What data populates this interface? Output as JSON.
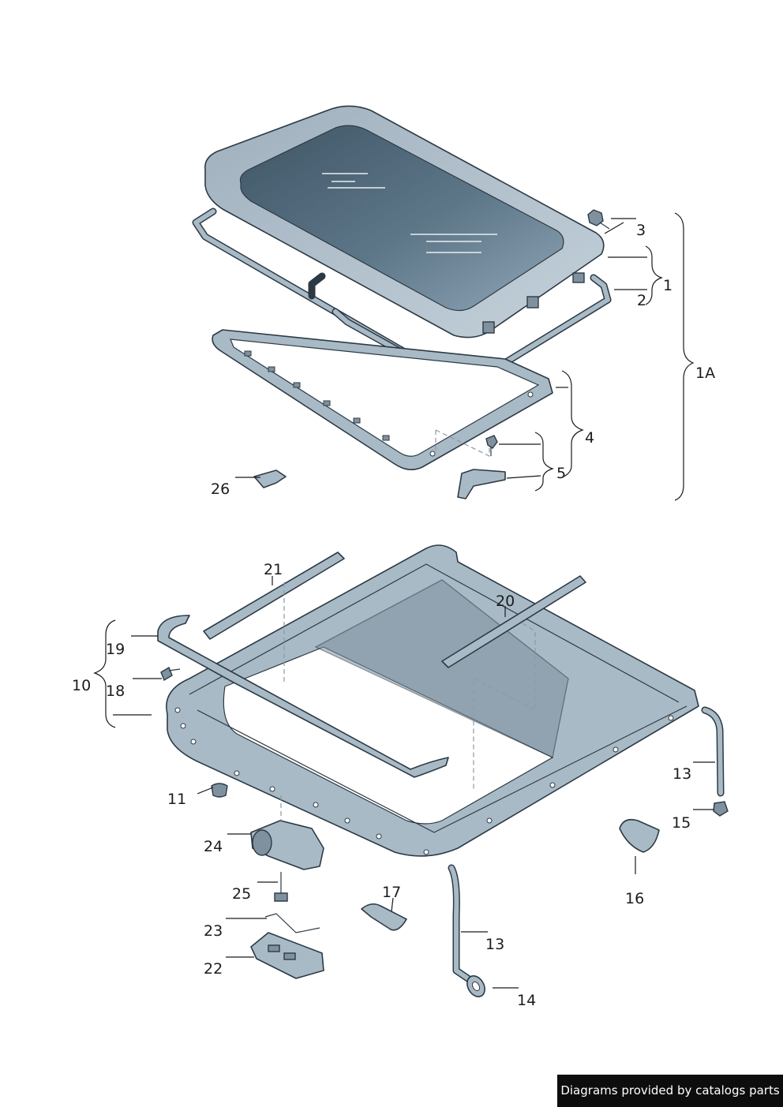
{
  "callouts": [
    {
      "id": "1A",
      "text": "1A"
    },
    {
      "id": "1",
      "text": "1"
    },
    {
      "id": "2",
      "text": "2"
    },
    {
      "id": "3",
      "text": "3"
    },
    {
      "id": "4",
      "text": "4"
    },
    {
      "id": "5",
      "text": "5"
    },
    {
      "id": "26",
      "text": "26"
    },
    {
      "id": "21",
      "text": "21"
    },
    {
      "id": "20",
      "text": "20"
    },
    {
      "id": "19",
      "text": "19"
    },
    {
      "id": "10",
      "text": "10"
    },
    {
      "id": "18",
      "text": "18"
    },
    {
      "id": "11",
      "text": "11"
    },
    {
      "id": "13a",
      "text": "13"
    },
    {
      "id": "15",
      "text": "15"
    },
    {
      "id": "16",
      "text": "16"
    },
    {
      "id": "24",
      "text": "24"
    },
    {
      "id": "25",
      "text": "25"
    },
    {
      "id": "17",
      "text": "17"
    },
    {
      "id": "13b",
      "text": "13"
    },
    {
      "id": "23",
      "text": "23"
    },
    {
      "id": "22",
      "text": "22"
    },
    {
      "id": "14",
      "text": "14"
    }
  ],
  "footer": {
    "credit": "Diagrams provided by catalogs parts"
  },
  "colors": {
    "part_fill": "#a9bac7",
    "glass": "#51687a",
    "outline": "#2d3a44",
    "footer_bg": "#0d0d0d"
  }
}
